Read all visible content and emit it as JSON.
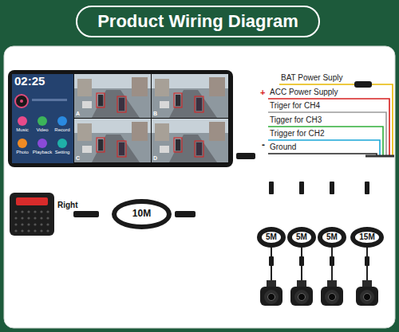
{
  "diagram": {
    "title": "Product Wiring Diagram",
    "nodes": [
      {
        "text": [
          "02:25",
          "Music",
          "Video",
          "Record",
          "Photo",
          "Playback",
          "Setting"
        ]
      },
      {
        "text": [
          "Right"
        ]
      },
      {
        "text": [
          "10M"
        ]
      },
      {
        "text": [
          "5M"
        ]
      },
      {
        "text": [
          "5M"
        ]
      },
      {
        "text": [
          "5M"
        ]
      },
      {
        "text": [
          "15M"
        ]
      }
    ],
    "edges": [
      {
        "from": 0,
        "to": 2,
        "arrow": "none"
      },
      {
        "from": 2,
        "to": 1,
        "arrow": "none"
      },
      {
        "from": 0,
        "to": 3,
        "arrow": "none"
      },
      {
        "from": 0,
        "to": 4,
        "arrow": "none"
      },
      {
        "from": 0,
        "to": 5,
        "arrow": "none"
      },
      {
        "from": 0,
        "to": 6,
        "arrow": "none"
      }
    ],
    "labels": [
      "BAT Power Suply",
      "+",
      "ACC Power Supply",
      "Triger for CH4",
      "Tigger for CH3",
      "Trigger for CH2",
      "-",
      "Ground",
      "A",
      "B",
      "C",
      "D"
    ]
  }
}
